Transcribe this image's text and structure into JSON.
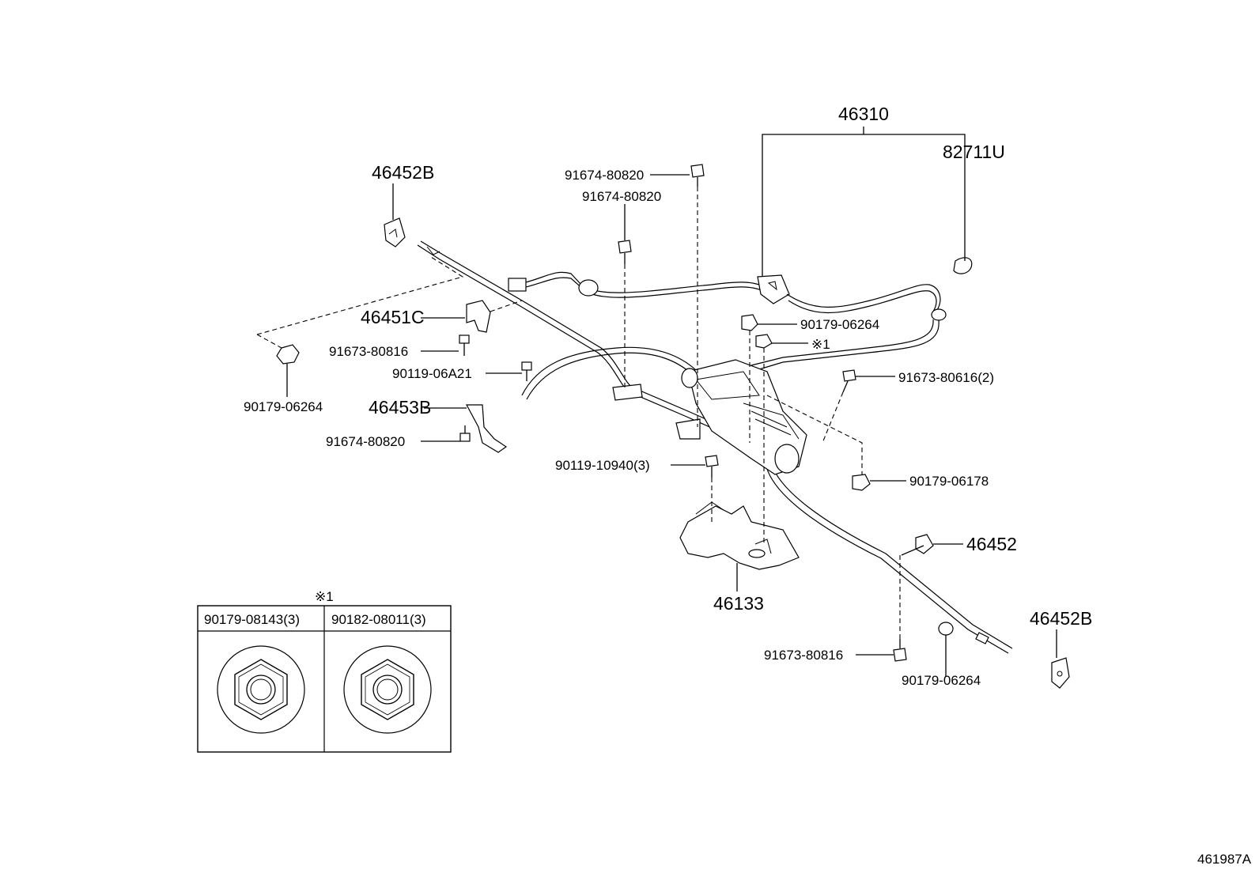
{
  "callouts": {
    "c46310": "46310",
    "c82711u": "82711U",
    "c46452b_top": "46452B",
    "c91674_80820_a": "91674-80820",
    "c91674_80820_b": "91674-80820",
    "c46451c": "46451C",
    "c91673_80816_a": "91673-80816",
    "c90119_06a21": "90119-06A21",
    "c90179_06264_left": "90179-06264",
    "c46453b": "46453B",
    "c91674_80820_c": "91674-80820",
    "c90179_06264_mid": "90179-06264",
    "c91673_80616": "91673-80616(2)",
    "c90179_06178": "90179-06178",
    "c90119_10940": "90119-10940(3)",
    "c46452": "46452",
    "c46133": "46133",
    "c46452b_bottom": "46452B",
    "c91673_80816_b": "91673-80816",
    "c90179_06264_bottom": "90179-06264"
  },
  "note_mark": "※1",
  "detail_table": {
    "mark": "※1",
    "col1": "90179-08143(3)",
    "col2": "90182-08011(3)"
  },
  "figure_id": "461987A"
}
